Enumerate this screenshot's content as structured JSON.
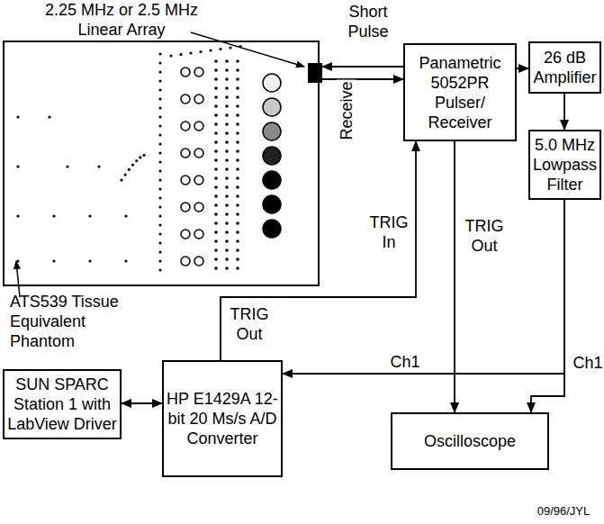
{
  "diagram": {
    "nodes": [
      {
        "text": [
          "ATS539 Tissue Equivalent Phantom"
        ]
      },
      {
        "text": [
          "2.25 MHz or 2.5 MHz Linear Array"
        ]
      },
      {
        "text": [
          "Panametric 5052PR Pulser/ Receiver"
        ]
      },
      {
        "text": [
          "26 dB Amplifier"
        ]
      },
      {
        "text": [
          "5.0 MHz Lowpass Filter"
        ]
      },
      {
        "text": [
          "SUN SPARC Station 1 with LabView Driver"
        ]
      },
      {
        "text": [
          "HP E1429A 12-bit 20 Ms/s A/D Converter"
        ]
      },
      {
        "text": [
          "Oscilloscope"
        ]
      }
    ],
    "edges": [
      {
        "from": 2,
        "to": 1,
        "label": "Short Pulse",
        "arrow": "to"
      },
      {
        "from": 1,
        "to": 2,
        "label": "Receive",
        "arrow": "to"
      },
      {
        "from": 2,
        "to": 3,
        "arrow": "to"
      },
      {
        "from": 3,
        "to": 4,
        "arrow": "to"
      },
      {
        "from": 4,
        "to": 6,
        "label": "Ch1",
        "arrow": "to"
      },
      {
        "from": 4,
        "to": 7,
        "label": "Ch1",
        "arrow": "to"
      },
      {
        "from": 2,
        "to": 7,
        "label": "TRIG Out",
        "arrow": "to"
      },
      {
        "from": 6,
        "to": 2,
        "label": "TRIG In",
        "arrow": "to"
      },
      {
        "from": 5,
        "to": 6,
        "arrow": "both"
      }
    ],
    "labels": [
      "TRIG Out",
      "09/96/JYL"
    ]
  }
}
